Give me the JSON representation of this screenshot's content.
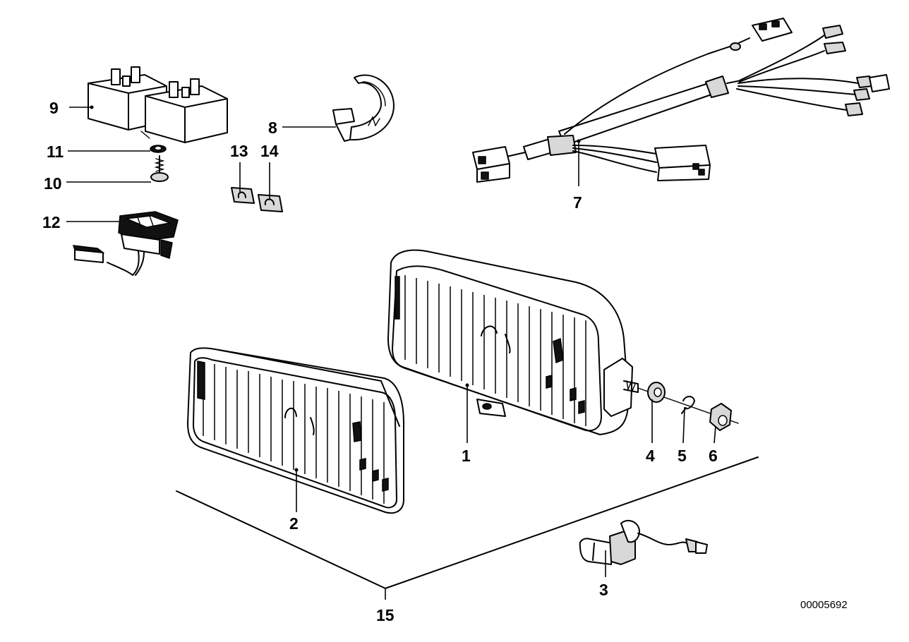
{
  "callouts": {
    "c1": "1",
    "c2": "2",
    "c3": "3",
    "c4": "4",
    "c5": "5",
    "c6": "6",
    "c7": "7",
    "c8": "8",
    "c9": "9",
    "c10": "10",
    "c11": "11",
    "c12": "12",
    "c13": "13",
    "c14": "14",
    "c15": "15"
  },
  "document_id": "00005692"
}
